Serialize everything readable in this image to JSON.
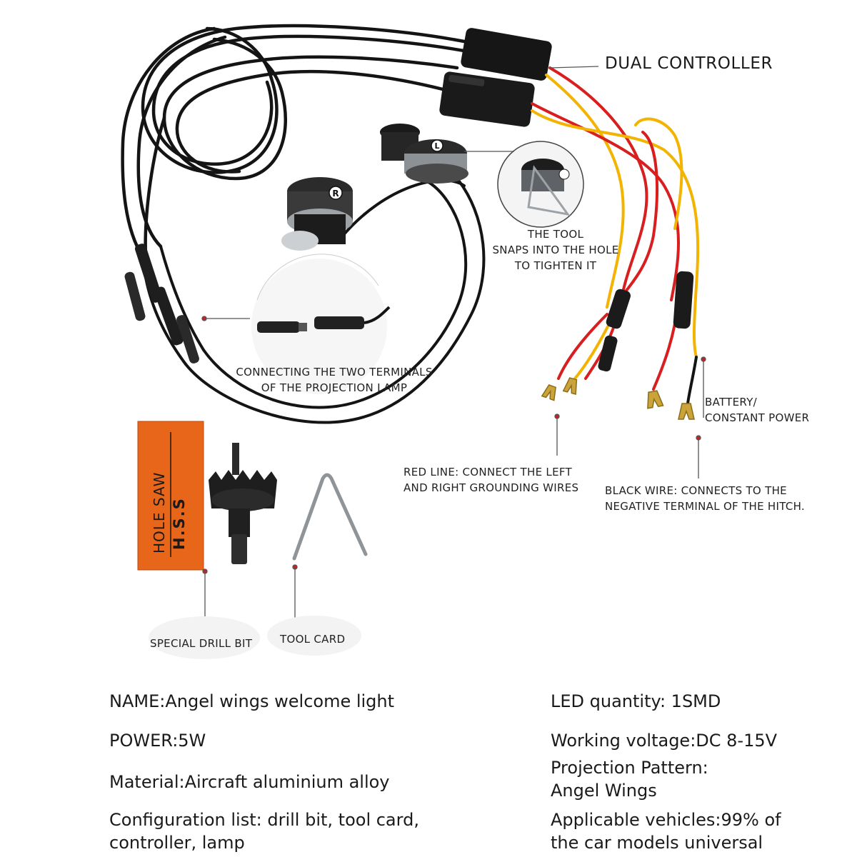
{
  "labels": {
    "dual_controller": "DUAL CONTROLLER",
    "tool_snaps": [
      "THE TOOL",
      "SNAPS INTO THE HOLE",
      "TO TIGHTEN IT"
    ],
    "connecting_terminals": [
      "CONNECTING THE TWO TERMINALS",
      "OF THE PROJECTION LAMP"
    ],
    "battery": [
      "BATTERY/",
      "CONSTANT POWER"
    ],
    "red_line": [
      "RED LINE: CONNECT THE LEFT",
      "AND RIGHT GROUNDING WIRES"
    ],
    "black_wire": [
      "BLACK WIRE: CONNECTS TO THE",
      "NEGATIVE TERMINAL OF THE HITCH."
    ],
    "special_drill_bit": "SPECIAL DRILL BIT",
    "tool_card": "TOOL CARD"
  },
  "lamp_marks": {
    "left": "R",
    "right": "L"
  },
  "hole_saw_box": {
    "line1": "HOLE SAW",
    "line2": "H.S.S"
  },
  "specs": {
    "left": [
      [
        "NAME:Angel wings welcome light"
      ],
      [
        "POWER:5W"
      ],
      [
        "Material:Aircraft aluminium alloy"
      ],
      [
        "Configuration list: drill bit, tool card,",
        "controller, lamp"
      ]
    ],
    "right": [
      [
        "LED quantity: 1SMD"
      ],
      [
        "Working voltage:DC 8-15V"
      ],
      [
        "Projection Pattern:",
        "Angel Wings"
      ],
      [
        "Applicable vehicles:99% of",
        "the car models universal"
      ]
    ]
  },
  "colors": {
    "wire_red": "#d81e1e",
    "wire_yellow": "#f2b400",
    "cable": "#141414",
    "box_orange": "#e8661a",
    "pointer": "#c8202a"
  }
}
